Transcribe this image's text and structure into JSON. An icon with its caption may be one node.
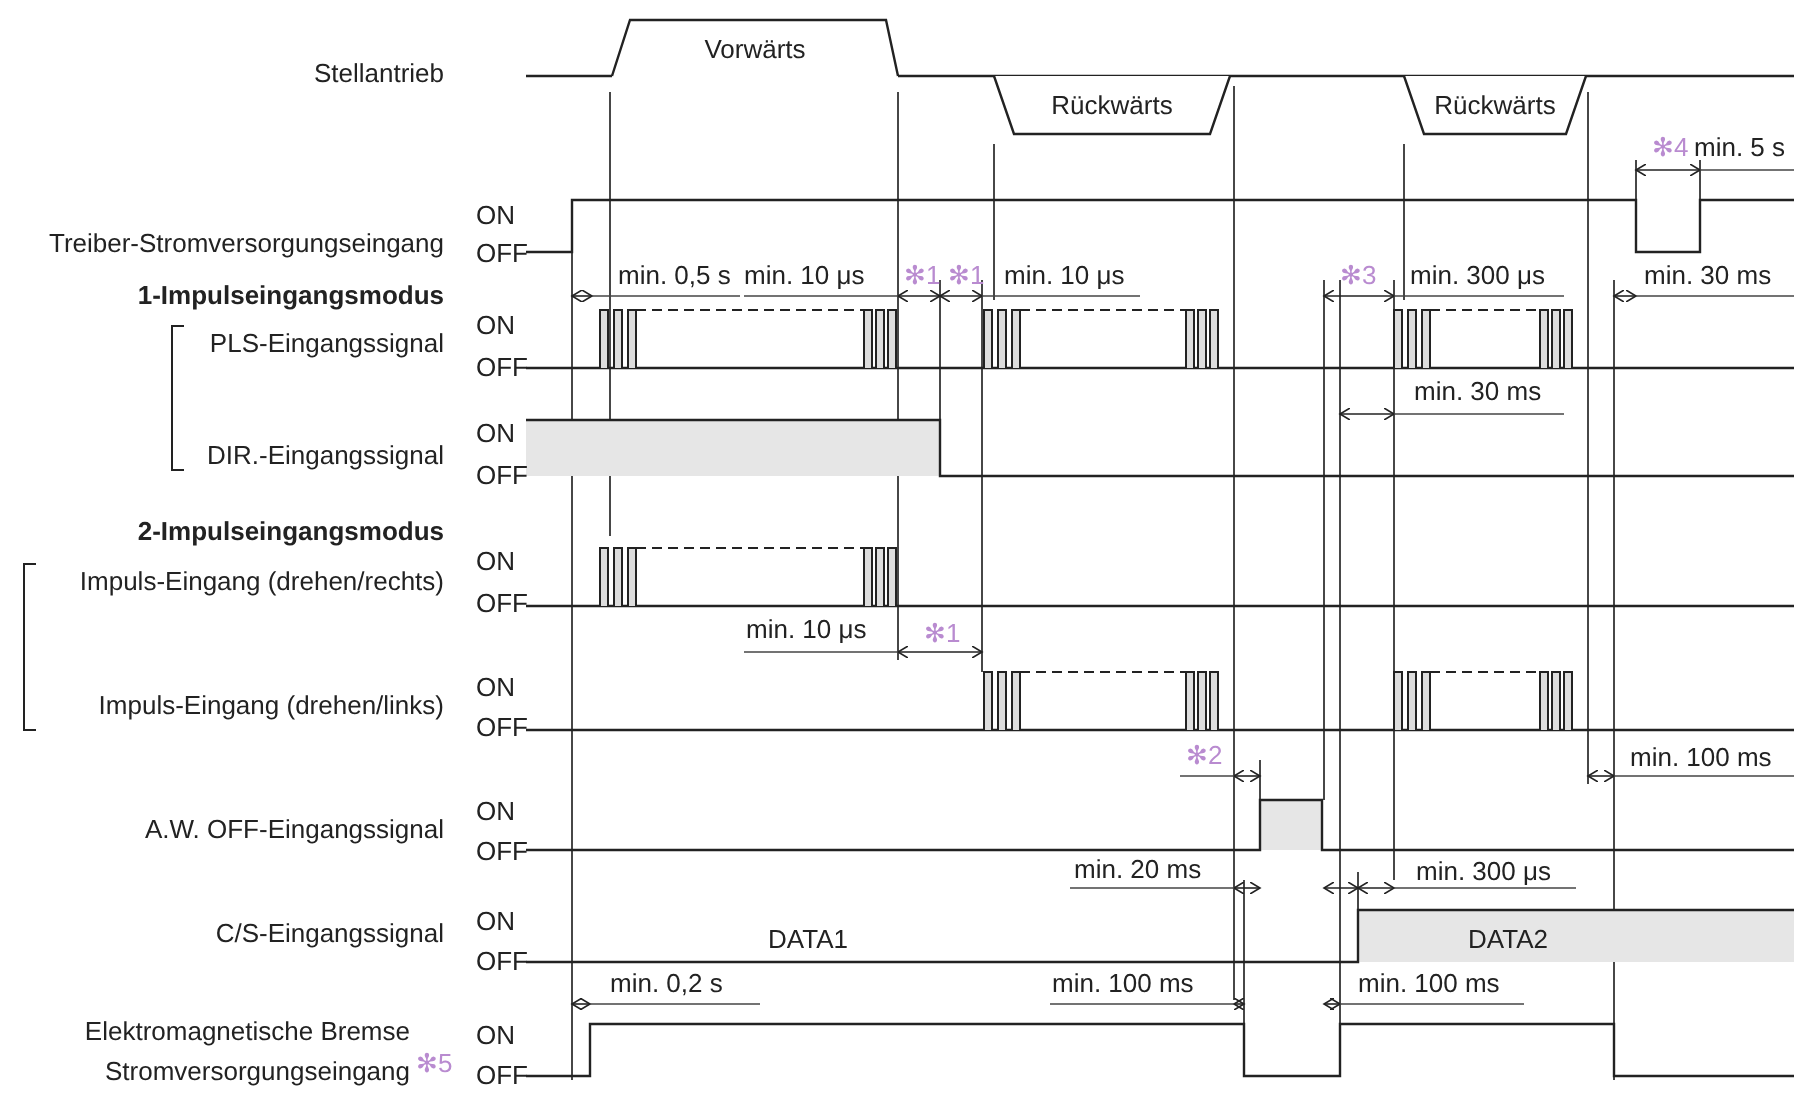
{
  "diagram": {
    "nodes": [
      {
        "text": [
          "Vorwärts"
        ]
      },
      {
        "text": [
          "Rückwärts"
        ]
      },
      {
        "text": [
          "Rückwärts"
        ]
      }
    ],
    "labels": [
      "Stellantrieb",
      "✻4",
      "min. 5 s",
      "Treiber-Stromversorgungseingang",
      "ON",
      "OFF",
      "1-Impulseingangsmodus",
      "min. 0,5 s",
      "min. 10 μs",
      "✻1",
      "✻1",
      "min. 10 μs",
      "✻3",
      "min. 300 μs",
      "min. 30 ms",
      "PLS-Eingangssignal",
      "ON",
      "OFF",
      "min. 30 ms",
      "DIR.-Eingangssignal",
      "ON",
      "OFF",
      "2-Impulseingangsmodus",
      "Impuls-Eingang (drehen/rechts)",
      "ON",
      "OFF",
      "min. 10 μs",
      "✻1",
      "Impuls-Eingang (drehen/links)",
      "ON",
      "OFF",
      "✻2",
      "min. 100 ms",
      "A.W. OFF-Eingangssignal",
      "ON",
      "OFF",
      "min. 20 ms",
      "min. 300 μs",
      "C/S-Eingangssignal",
      "ON",
      "OFF",
      "DATA1",
      "DATA2",
      "min. 0,2 s",
      "min. 100 ms",
      "min. 100 ms",
      "Elektromagnetische Bremse Stromversorgungseingang",
      "✻5",
      "ON",
      "OFF"
    ]
  }
}
